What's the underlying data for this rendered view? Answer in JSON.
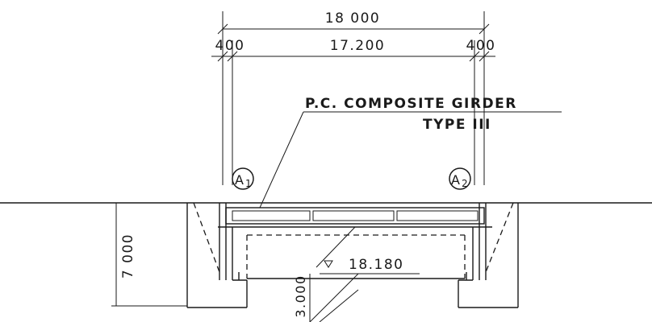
{
  "dimensions": {
    "overall": "18 000",
    "left_offset": "400",
    "span": "17.200",
    "right_offset": "400",
    "height": "7 000",
    "clearance": "3.000",
    "level": "18.180"
  },
  "labels": {
    "girder_line1": "P.C. COMPOSITE  GIRDER",
    "girder_line2": "TYPE  III"
  },
  "abutments": [
    {
      "mark": "A",
      "sub": "1"
    },
    {
      "mark": "A",
      "sub": "2"
    }
  ]
}
